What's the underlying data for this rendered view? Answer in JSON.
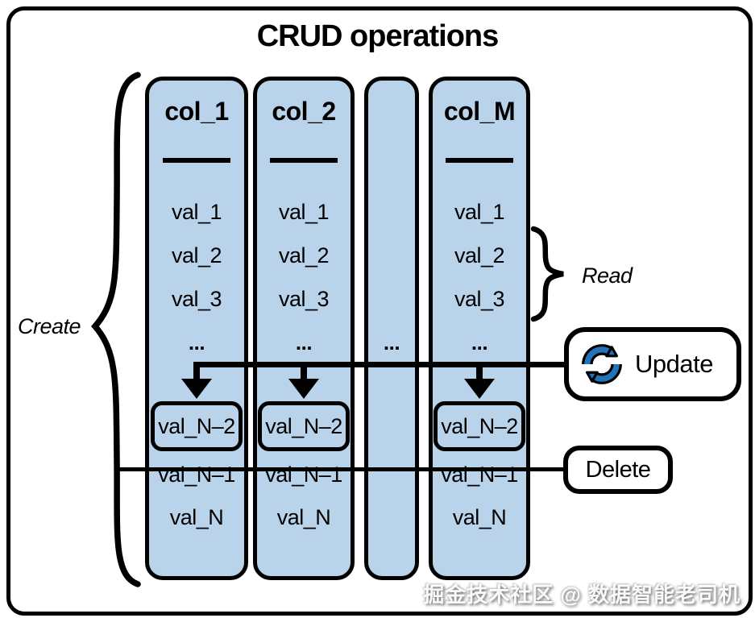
{
  "title": "CRUD operations",
  "labels": {
    "create": "Create",
    "read": "Read",
    "update": "Update",
    "delete": "Delete"
  },
  "columns": [
    {
      "header": "col_1",
      "values": [
        "val_1",
        "val_2",
        "val_3",
        "..."
      ],
      "highlighted_value": "val_N–2",
      "tail_values": [
        "val_N–1",
        "val_N"
      ]
    },
    {
      "header": "col_2",
      "values": [
        "val_1",
        "val_2",
        "val_3",
        "..."
      ],
      "highlighted_value": "val_N–2",
      "tail_values": [
        "val_N–1",
        "val_N"
      ]
    },
    {
      "header": null,
      "values": [
        "..."
      ],
      "highlighted_value": null,
      "tail_values": []
    },
    {
      "header": "col_M",
      "values": [
        "val_1",
        "val_2",
        "val_3",
        "..."
      ],
      "highlighted_value": "val_N–2",
      "tail_values": [
        "val_N–1",
        "val_N"
      ]
    }
  ],
  "icons": {
    "update_button": "sync-refresh-icon"
  },
  "colors": {
    "background": "#ffffff",
    "stroke": "#000000",
    "column_fill": "#b9d3ea",
    "icon_blue": "#2273b8"
  },
  "watermark": "掘金技术社区 @ 数据智能老司机"
}
